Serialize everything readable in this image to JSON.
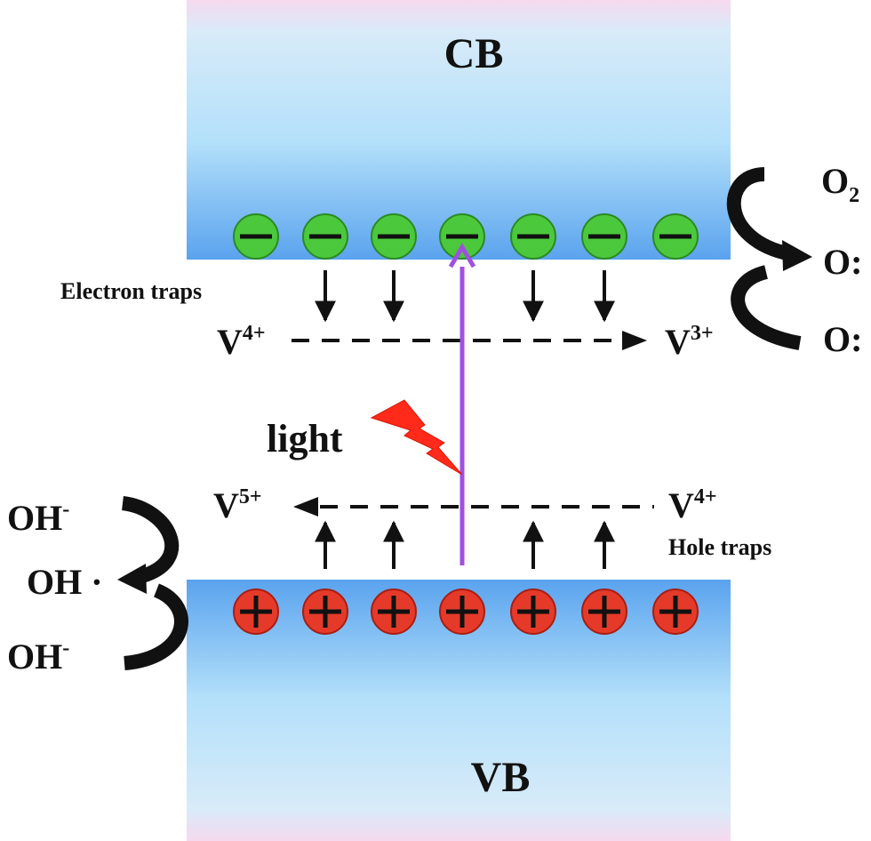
{
  "bands": {
    "conduction": "CB",
    "valence": "VB"
  },
  "electron_traps": {
    "label": "Electron traps",
    "from_state": {
      "base": "V",
      "sup": "4+"
    },
    "to_state": {
      "base": "V",
      "sup": "3+"
    }
  },
  "hole_traps": {
    "label": "Hole traps",
    "from_state": {
      "base": "V",
      "sup": "4+"
    },
    "to_state": {
      "base": "V",
      "sup": "5+"
    }
  },
  "excitation": {
    "label": "light"
  },
  "reduction": {
    "species": [
      {
        "base": "O",
        "sub": "2"
      },
      {
        "base": "O:",
        "sub": ""
      },
      {
        "base": "O:",
        "sub": ""
      }
    ]
  },
  "oxidation": {
    "species": [
      {
        "base": "OH",
        "sup": "-"
      },
      {
        "base": "OH ·",
        "sup": ""
      },
      {
        "base": "OH",
        "sup": "-"
      }
    ]
  },
  "carriers": {
    "electron_symbol": "⊖",
    "hole_symbol": "⊕",
    "electron_count": 7,
    "hole_count": 7
  },
  "colors": {
    "band_blue": "#5fa8f0",
    "band_light": "#bfe4fb",
    "band_pink": "#f7d8ee",
    "electron_fill": "#4cc83c",
    "hole_fill": "#e53a2a",
    "excitation_arrow": "#a050e0",
    "lightning": "#ff2a1a",
    "ink": "#111111"
  }
}
